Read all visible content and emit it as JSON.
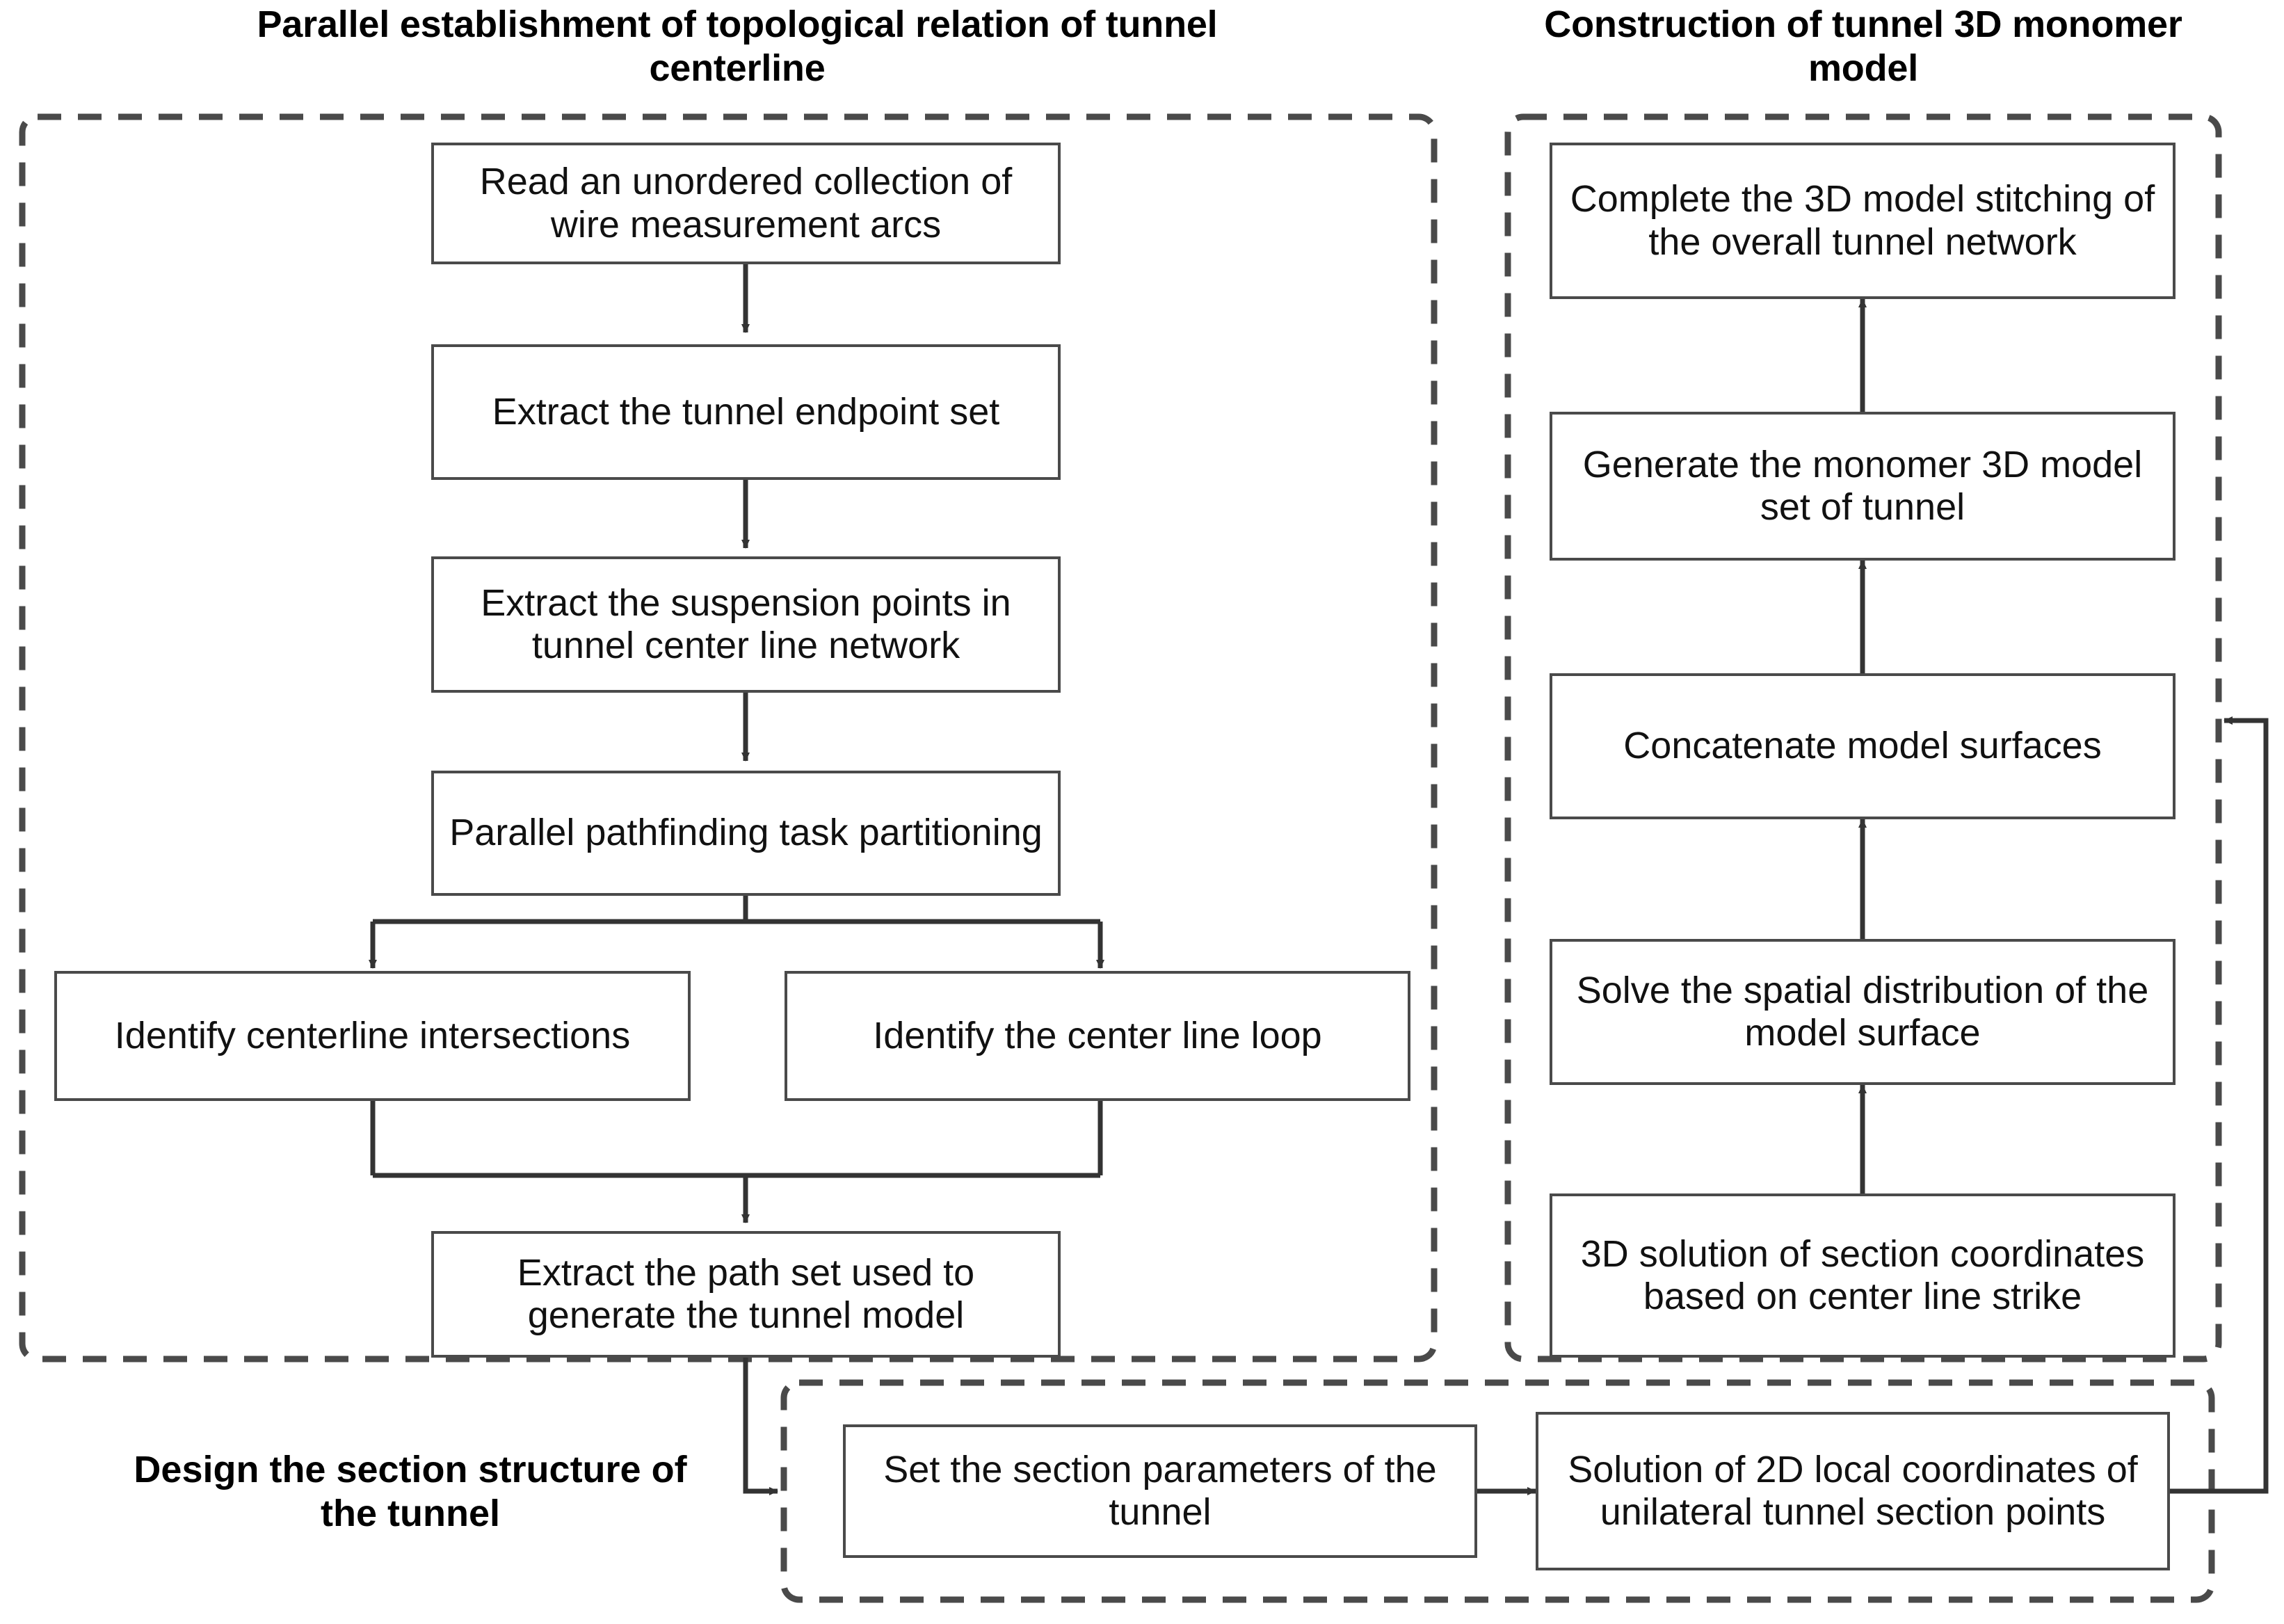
{
  "groups": {
    "left": {
      "title_line1": "Parallel establishment of topological relation",
      "title_line2": "of tunnel centerline"
    },
    "right": {
      "title_line1": "Construction of tunnel 3D",
      "title_line2": "monomer model"
    },
    "bottom": {
      "label_line1": "Design the section structure",
      "label_line2": "of the tunnel"
    }
  },
  "nodes": {
    "left": [
      {
        "id": "read-arcs",
        "text": "Read an unordered collection of wire measurement arcs"
      },
      {
        "id": "extract-endpoints",
        "text": "Extract the tunnel endpoint set"
      },
      {
        "id": "extract-suspension",
        "text": "Extract the suspension points in tunnel center line network"
      },
      {
        "id": "parallel-partition",
        "text": "Parallel pathfinding task partitioning"
      },
      {
        "id": "identify-intersections",
        "text": "Identify centerline intersections"
      },
      {
        "id": "identify-loop",
        "text": "Identify the center line loop"
      },
      {
        "id": "extract-path-set",
        "text": "Extract the path set used to generate the tunnel model"
      }
    ],
    "right": [
      {
        "id": "complete-stitching",
        "text": "Complete the 3D model stitching of the overall tunnel network"
      },
      {
        "id": "generate-monomer",
        "text": "Generate the monomer 3D model set of tunnel"
      },
      {
        "id": "concatenate-surfaces",
        "text": "Concatenate model surfaces"
      },
      {
        "id": "solve-spatial",
        "text": "Solve the spatial distribution of the model surface"
      },
      {
        "id": "solution-3d-section",
        "text": "3D solution of section coordinates based on center line strike"
      }
    ],
    "bottom": [
      {
        "id": "set-section-params",
        "text": "Set the section parameters of the tunnel"
      },
      {
        "id": "solution-2d-local",
        "text": "Solution of 2D local coordinates of unilateral tunnel section points"
      }
    ]
  },
  "colors": {
    "box_border": "#4a4a4a",
    "dashed_border": "#4a4a4a",
    "arrow": "#333333",
    "text": "#111111",
    "background": "#ffffff"
  }
}
